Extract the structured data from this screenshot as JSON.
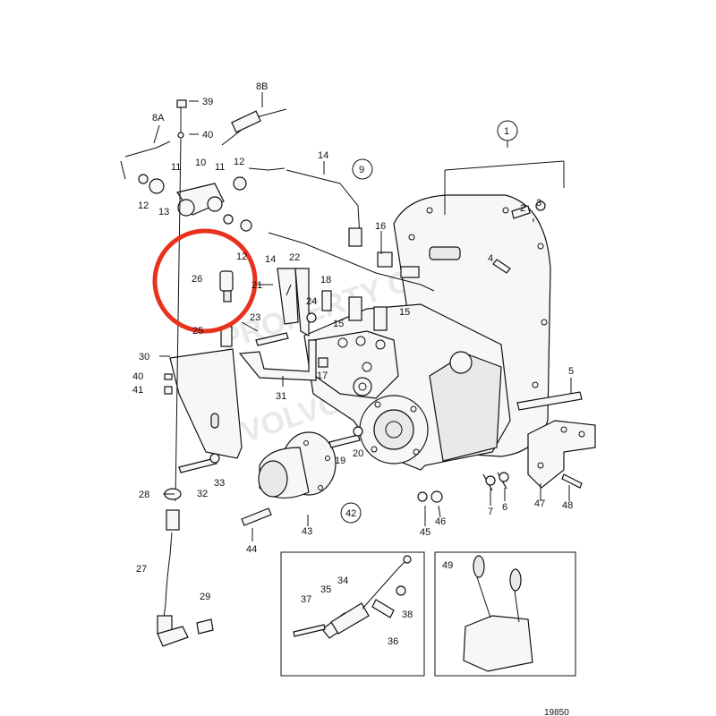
{
  "callouts": {
    "c1": "1",
    "c2": "2",
    "c3": "3",
    "c4": "4",
    "c5": "5",
    "c6": "6",
    "c7": "7",
    "c8A": "8A",
    "c8B": "8B",
    "c9": "9",
    "c10": "10",
    "c11a": "11",
    "c11b": "11",
    "c12a": "12",
    "c12b": "12",
    "c12c": "12",
    "c13": "13",
    "c14a": "14",
    "c14b": "14",
    "c15a": "15",
    "c15b": "15",
    "c16": "16",
    "c17": "17",
    "c18": "18",
    "c19": "19",
    "c20": "20",
    "c21": "21",
    "c22": "22",
    "c23": "23",
    "c24": "24",
    "c25": "25",
    "c26": "26",
    "c27": "27",
    "c28": "28",
    "c29": "29",
    "c30": "30",
    "c31": "31",
    "c32": "32",
    "c33": "33",
    "c34": "34",
    "c35": "35",
    "c36": "36",
    "c37": "37",
    "c38": "38",
    "c39": "39",
    "c40a": "40",
    "c40b": "40",
    "c41": "41",
    "c42": "42",
    "c43": "43",
    "c44": "44",
    "c45": "45",
    "c46": "46",
    "c47": "47",
    "c48": "48",
    "c49": "49"
  },
  "drawing_number": "19850",
  "watermark": {
    "line1": "PROPERTY OF",
    "line2": "VOLVO PENTA"
  },
  "highlight": {
    "target": "26",
    "color": "#e8321e"
  },
  "colors": {
    "ink": "#111111",
    "highlight": "#e8321e"
  }
}
